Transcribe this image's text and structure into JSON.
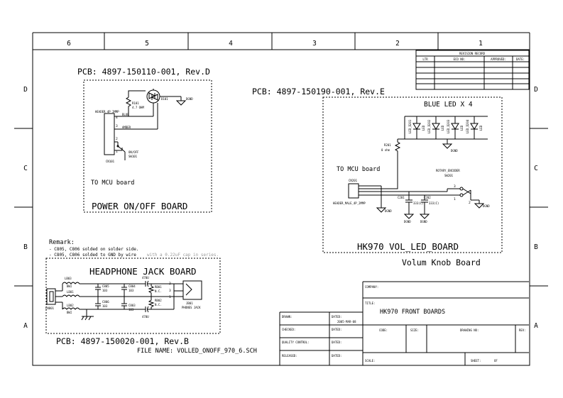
{
  "frame": {
    "top_zones": [
      "6",
      "5",
      "4",
      "3",
      "2",
      "1"
    ],
    "side_zones": [
      "D",
      "C",
      "B",
      "A"
    ]
  },
  "revision": {
    "title": "REVISION RECORD",
    "col_ltr": "LTR",
    "col_eco": "ECO NO:",
    "col_approved": "APPROVED:",
    "col_date": "DATE:"
  },
  "power": {
    "pcb": "PCB: 4897-150110-001, Rev.D",
    "title": "POWER ON/OFF BOARD",
    "to_mcu": "TO MCU board",
    "header": "HEADER_4P_2MMP",
    "d101": "D101",
    "r101": "R101",
    "r101_val": "4.7 OHM",
    "blue": "BLUE",
    "amber": "AMBER",
    "dgnd": "DGND",
    "cn101": "CN101",
    "switch_name": "ON/OFF",
    "switch_ref": "SW101",
    "pins": [
      "1",
      "2",
      "3",
      "4"
    ]
  },
  "vol": {
    "pcb": "PCB: 4897-150190-001, Rev.E",
    "blue_led": "BLUE LED X 4",
    "title": "HK970 VOL_LED_BOARD",
    "knob": "Volum Knob Board",
    "to_mcu": "TO MCU board",
    "led_refs": [
      "LED_D201",
      "LED_D202",
      "LED_D203",
      "LED_D204"
    ],
    "led_label": "LED",
    "r201": "R201",
    "r201_val": "0 ohm",
    "dgnd": "DGND",
    "encoder": "ROTARY_ENCODER",
    "encoder_ref": "SW201",
    "cn201": "CN201",
    "header": "HEADER_MALE_4P_2MMP",
    "c201": "C201",
    "c201_val": "333(C)",
    "c202": "C202",
    "c202_val": "333(C)",
    "enc_pins": [
      "3",
      "2",
      "1"
    ]
  },
  "remark": {
    "title": "Remark:",
    "line1": "- C805, C806 solded on solder side.",
    "line2": "- C805, C806 solded to GND by wire",
    "line2_note": "with a 0.22uF cap in series."
  },
  "headphone": {
    "title": "HEADPHONE JACK BOARD",
    "pcb": "PCB: 4897-150020-001, Rev.B",
    "labels": {
      "lb03": "LB03",
      "lb01": "LB01",
      "lb02": "LB02",
      "bw1": "BWI",
      "bw2": "BWI",
      "cn801": "CN801",
      "c805": "C805",
      "c804": "C804",
      "c806": "C806",
      "c803": "C803",
      "c805v": "103",
      "c804v": "103",
      "c806v": "103",
      "c803v": "103",
      "cap_top": "470U",
      "cap_bot": "470U",
      "r801": "RB01",
      "r801v": "N.C.",
      "r802": "RB02",
      "r802v": "N.C.",
      "j801": "JB01",
      "jack": "PHONES JACK",
      "pins": [
        "2",
        "3",
        "1"
      ]
    }
  },
  "file_name": "FILE NAME: VOLLED_ONOFF_970_6.SCH",
  "title_block": {
    "company": "COMPANY:",
    "title_label": "TITLE:",
    "title": "HK970 FRONT  BOARDS",
    "drawn": "DRAWN:",
    "checked": "CHECKED:",
    "quality": "QUALITY CONTROL:",
    "released": "RELEASED:",
    "dated": "DATED:",
    "date_value": "2005-MAR-08",
    "code": "CODE:",
    "size": "SIZE:",
    "drawing_no": "DRAWING NO:",
    "rev": "REV:",
    "scale": "SCALE:",
    "sheet": "SHEET:",
    "of": "OF"
  }
}
